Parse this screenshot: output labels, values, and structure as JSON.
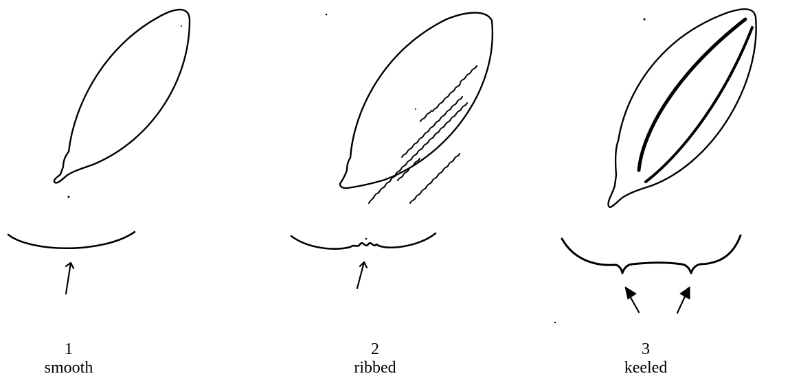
{
  "panels": [
    {
      "number": "1",
      "label": "smooth"
    },
    {
      "number": "2",
      "label": "ribbed"
    },
    {
      "number": "3",
      "label": "keeled"
    }
  ]
}
